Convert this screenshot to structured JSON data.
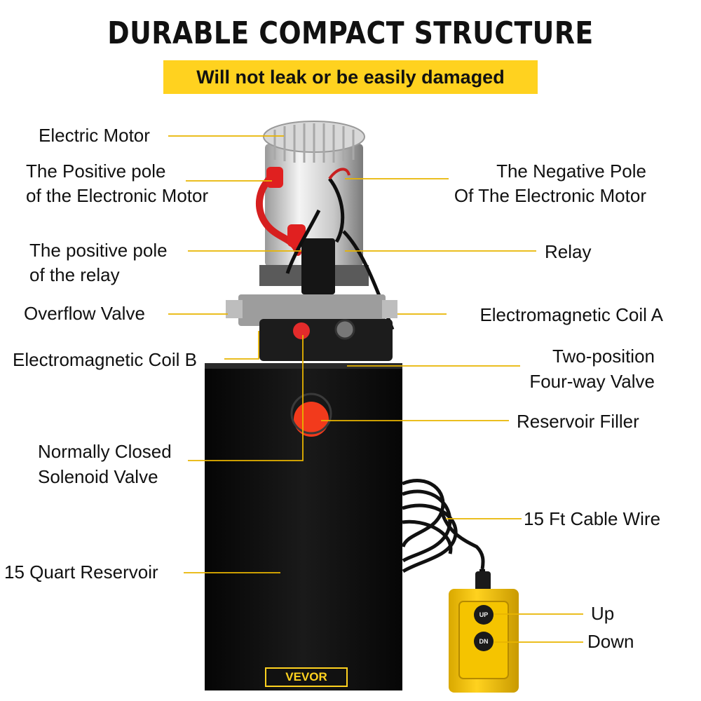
{
  "title": "DURABLE COMPACT STRUCTURE",
  "subtitle": "Will not leak or be easily damaged",
  "brand": "VEVOR",
  "colors": {
    "accent": "#FFD21F",
    "leader": "#F0C419",
    "tank": "#0d0d0d",
    "filler": "#F23A1C"
  },
  "labels": {
    "electric_motor": "Electric Motor",
    "motor_positive_1": "The Positive pole",
    "motor_positive_2": "of the Electronic Motor",
    "motor_negative_1": "The Negative Pole",
    "motor_negative_2": "Of The Electronic Motor",
    "relay_positive_1": "The positive pole",
    "relay_positive_2": "of the relay",
    "relay": "Relay",
    "overflow_valve": "Overflow Valve",
    "coil_a": "Electromagnetic Coil A",
    "coil_b": "Electromagnetic Coil B",
    "valve_1": "Two-position",
    "valve_2": "Four-way Valve",
    "reservoir_filler": "Reservoir Filler",
    "solenoid_1": "Normally Closed",
    "solenoid_2": "Solenoid Valve",
    "cable": "15 Ft Cable Wire",
    "reservoir": "15 Quart Reservoir",
    "up": "Up",
    "down": "Down"
  },
  "remote": {
    "up_text": "UP",
    "down_text": "DN"
  }
}
